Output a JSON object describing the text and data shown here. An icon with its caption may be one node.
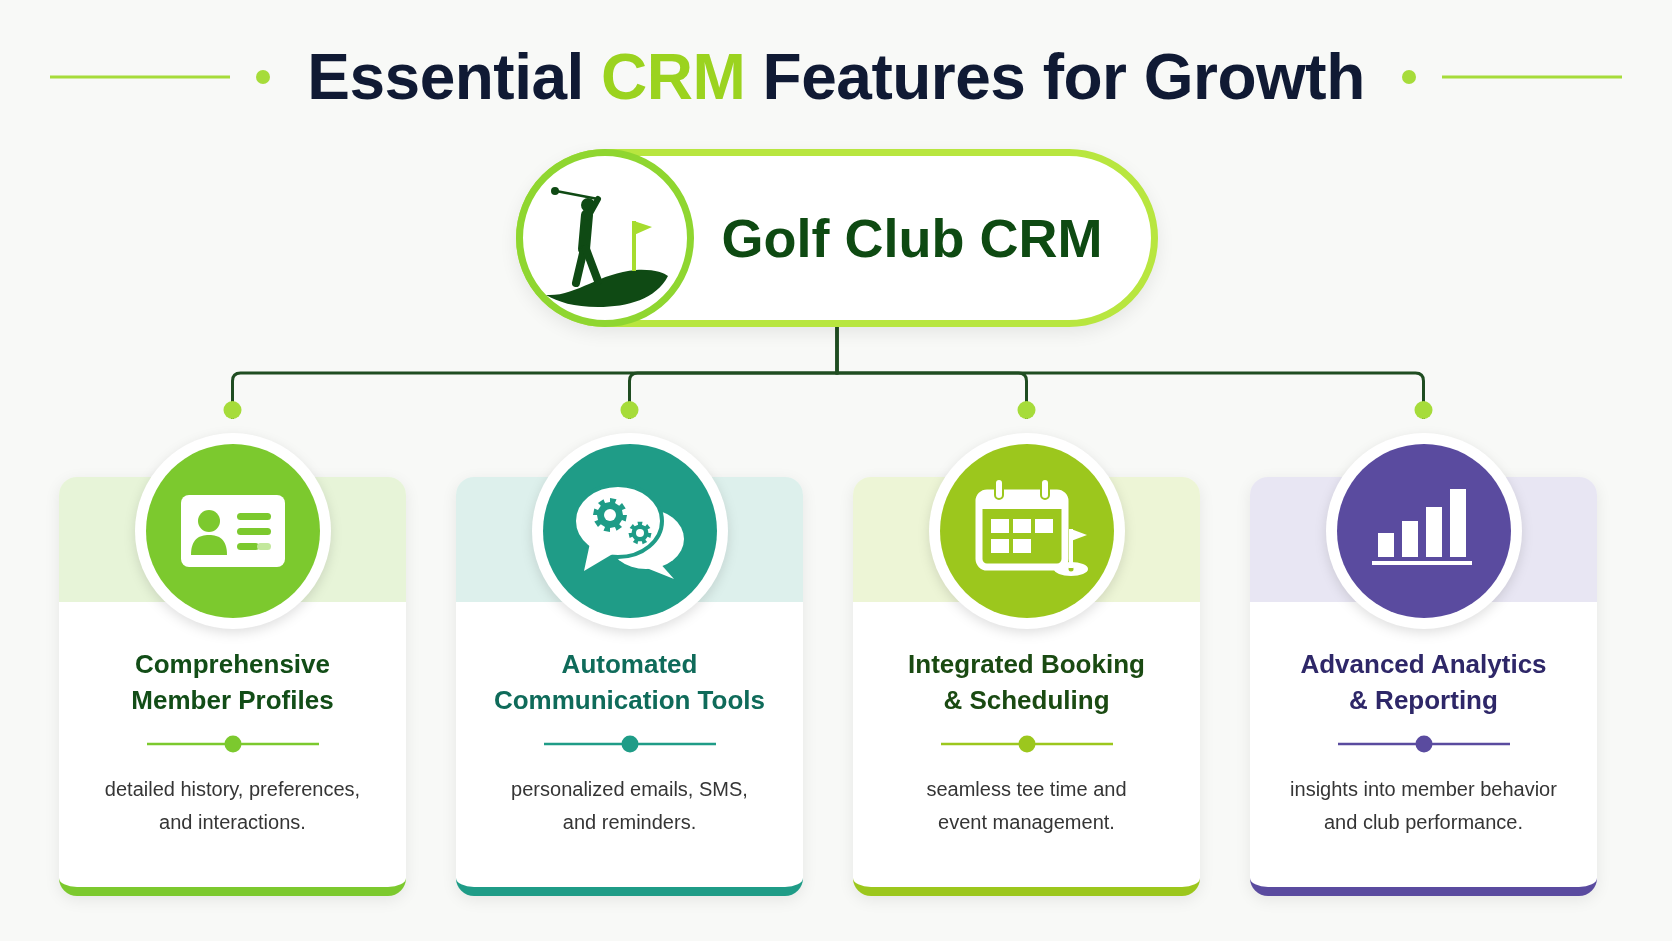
{
  "diagram": {
    "title": "Essential **CRM** Features for Growth",
    "nodes": [
      {
        "text": [
          "Golf Club CRM"
        ]
      },
      {
        "text": [
          "Comprehensive Member Profiles",
          "detailed history, preferences, and interactions."
        ]
      },
      {
        "text": [
          "Automated Communication Tools",
          "personalized emails, SMS, and reminders."
        ]
      },
      {
        "text": [
          "Integrated Booking & Scheduling",
          "seamless tee time and event management."
        ]
      },
      {
        "text": [
          "Advanced Analytics & Reporting",
          "insights into member behavior and club performance."
        ]
      }
    ],
    "edges": [
      {
        "from": 0,
        "to": 1,
        "arrow": "other"
      },
      {
        "from": 0,
        "to": 2,
        "arrow": "other"
      },
      {
        "from": 0,
        "to": 3,
        "arrow": "other"
      },
      {
        "from": 0,
        "to": 4,
        "arrow": "other"
      }
    ]
  }
}
